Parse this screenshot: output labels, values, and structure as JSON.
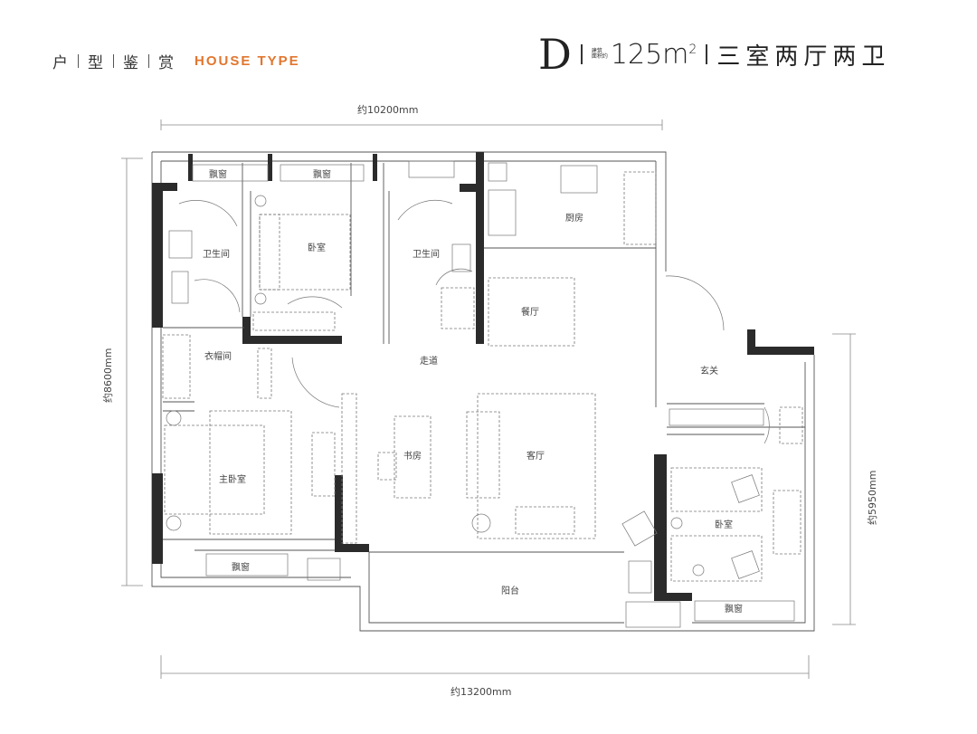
{
  "header": {
    "title_chars": [
      "户",
      "型",
      "鉴",
      "赏"
    ],
    "house_type": "HOUSE TYPE",
    "type_letter": "D",
    "area_label_line1": "建筑",
    "area_label_line2": "面积约",
    "area_value": "125m",
    "area_sup": "2",
    "room_type": "三室两厅两卫"
  },
  "dimensions": {
    "top": "约10200mm",
    "bottom": "约13200mm",
    "left": "约8600mm",
    "right": "约5950mm"
  },
  "rooms": {
    "bay_window_1": "飘窗",
    "bay_window_2": "飘窗",
    "bathroom_1": "卫生间",
    "bedroom_1": "卧室",
    "bathroom_2": "卫生间",
    "kitchen": "厨房",
    "dining": "餐厅",
    "closet": "衣帽间",
    "corridor": "走道",
    "entrance": "玄关",
    "master_bedroom": "主卧室",
    "study": "书房",
    "living": "客厅",
    "bedroom_2": "卧室",
    "bay_window_3": "飘窗",
    "balcony": "阳台",
    "bay_window_4": "飘窗"
  },
  "colors": {
    "accent": "#e1762f",
    "wall": "#2b2b2b"
  }
}
